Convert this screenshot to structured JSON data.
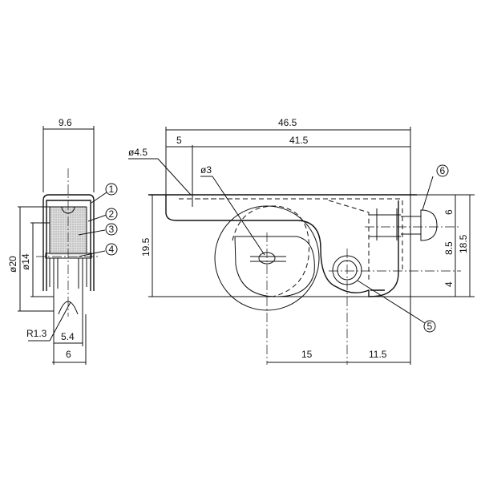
{
  "title_block": {},
  "side_view": {
    "width": "9.6",
    "outer_diameter": "ø20",
    "inner_diameter": "ø14",
    "groove_radius": "R1.3",
    "tread_width": "5.4",
    "wheel_width": "6"
  },
  "front_view": {
    "overall_length": "46.5",
    "offset": "5",
    "length_main": "41.5",
    "hole_large": "ø4.5",
    "hole_small": "ø3",
    "height": "19.5",
    "dim_6": "6",
    "dim_8_5": "8.5",
    "dim_4": "4",
    "dim_18_5": "18.5",
    "dim_15": "15",
    "dim_11_5": "11.5"
  },
  "balloons": [
    "1",
    "2",
    "3",
    "4",
    "5",
    "6"
  ]
}
